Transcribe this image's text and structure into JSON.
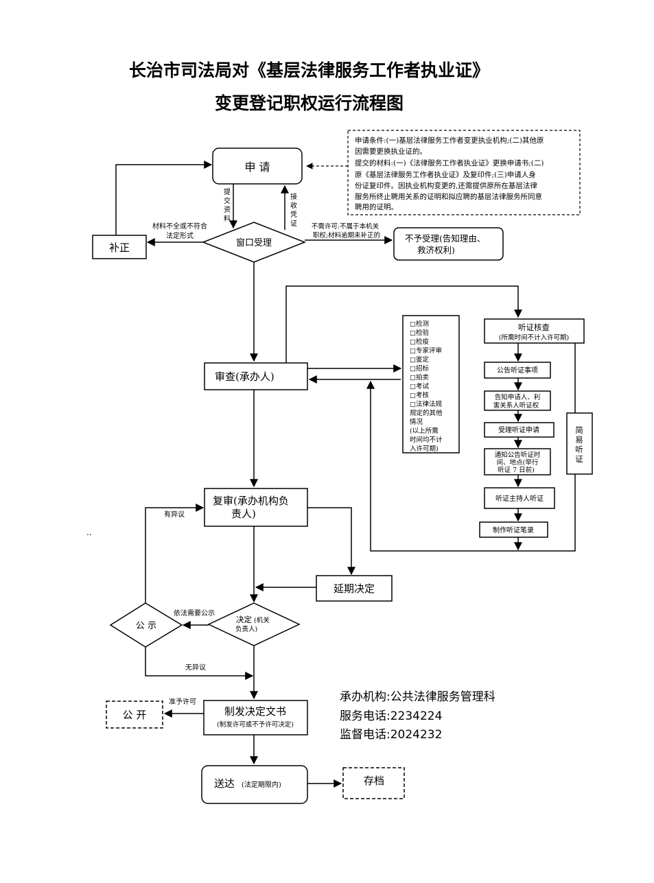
{
  "title": {
    "line1": "长治市司法局对《基层法律服务工作者执业证》",
    "line2": "变更登记职权运行流程图"
  },
  "conditions_note": {
    "line1": "申请条件:(一)基层法律服务工作者变更执业机构;(二)其他原",
    "line2": "因需要更换执业证的。",
    "line3": "提交的材料:(一)《法律服务工作者执业证》更换申请书;(二)",
    "line4": "原《基层法律服务工作者执业证》及复印件;(三)申请人身",
    "line5": "份证复印件。因执业机构变更的,还需提供原所在基层法律",
    "line6": "服务所终止聘用关系的证明和拟应聘的基层法律服务所同意",
    "line7": "聘用的证明。"
  },
  "nodes": {
    "apply": "申  请",
    "supplement": "补正",
    "window": "窗口受理",
    "reject_l1": "不予受理(告知理由、",
    "reject_l2": "救济权利)",
    "review": "审查(承办人)",
    "recheck_l1": "复审(承办机构负",
    "recheck_l2": "责人)",
    "delay": "延期决定",
    "decide_main": "决定",
    "decide_sub1": "(机关",
    "decide_sub2": "负责人)",
    "publicize": "公  示",
    "issue_main": "制发决定文书",
    "issue_sub": "(制发许可或不予许可决定)",
    "open": "公  开",
    "deliver_main": "送达",
    "deliver_sub": "(法定期限内)",
    "archive": "存档"
  },
  "checklist": {
    "items": [
      "□检测",
      "□检验",
      "□检疫",
      "□专家评审",
      "□鉴定",
      "□招标",
      "□拍卖",
      "□考试",
      "□考核",
      "□法律法规",
      "规定的其他",
      "情况",
      "(以上所需",
      "时间均不计",
      "入许可期)"
    ]
  },
  "hearing": {
    "title": "听证核查",
    "note": "(所需时间不计入许可期)",
    "step1": "公告听证事项",
    "step2_l1": "告知申请人、利",
    "step2_l2": "害关系人听证权",
    "step3": "受理听证申请",
    "step4_l1": "通知公告听证时",
    "step4_l2": "间、地点(举行",
    "step4_l3": "听证 7 日前)",
    "step5": "听证主持人听证",
    "step6": "制作听证笔录",
    "simple": [
      "简",
      "易",
      "听",
      "证"
    ]
  },
  "edge_labels": {
    "submit": [
      "提",
      "交",
      "资",
      "料"
    ],
    "receipt": [
      "接",
      "收",
      "凭",
      "证"
    ],
    "incomplete_l1": "材料不全或不符合",
    "incomplete_l2": "法定形式",
    "reject_l1": "不需许可:不属于本机关",
    "reject_l2": "职权;材料逾期未补正的",
    "objection": "有异议",
    "need_public": "依法需要公示",
    "no_objection": "无异议",
    "approve": "准予许可"
  },
  "info": {
    "dept": "承办机构:公共法律服务管理科",
    "phone": "服务电话:2234224",
    "supervise": "监督电话:2024232"
  },
  "stray_mark": ".."
}
